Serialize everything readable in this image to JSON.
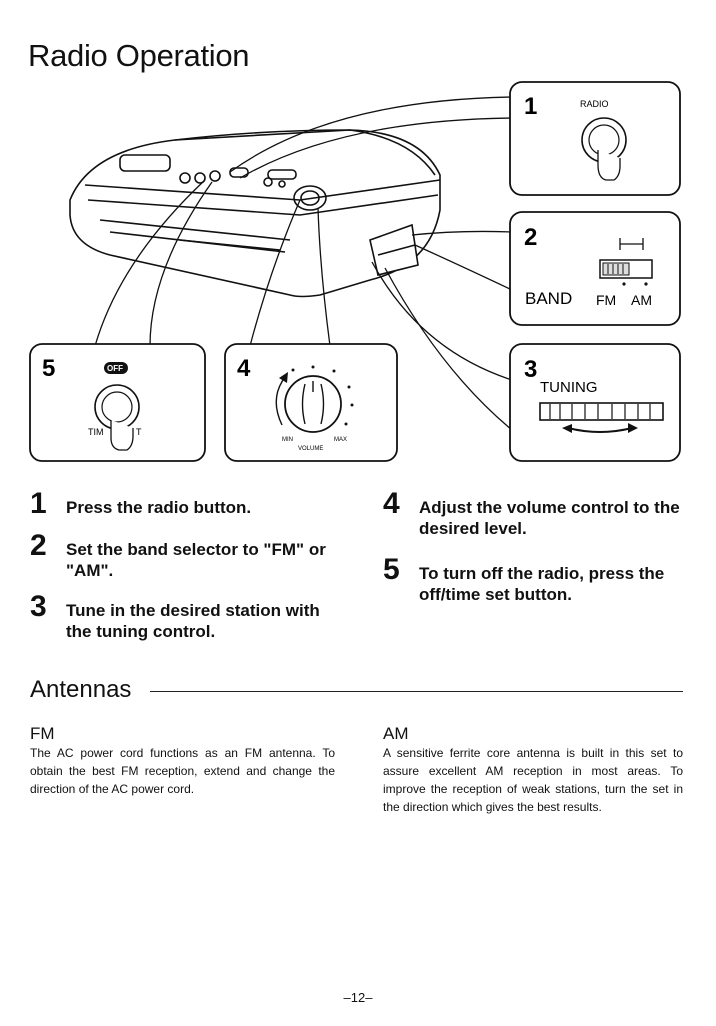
{
  "page": {
    "title": "Radio Operation",
    "page_number": "–12–"
  },
  "callouts": {
    "radio": {
      "number": "1",
      "label": "RADIO"
    },
    "band": {
      "number": "2",
      "label": "BAND",
      "fm": "FM",
      "am": "AM"
    },
    "tuning": {
      "number": "3",
      "label": "TUNING"
    },
    "volume": {
      "number": "4",
      "min": "MIN",
      "max": "MAX",
      "label": "VOLUME"
    },
    "off": {
      "number": "5",
      "off_label": "OFF",
      "time_label": "TIM",
      "time_label_end": "T"
    }
  },
  "steps": [
    {
      "number": "1",
      "text": "Press the radio button."
    },
    {
      "number": "2",
      "text": "Set the band selector to \"FM\" or \"AM\"."
    },
    {
      "number": "3",
      "text": "Tune in the desired station with the tuning control."
    },
    {
      "number": "4",
      "text": "Adjust the volume control to the desired level."
    },
    {
      "number": "5",
      "text": "To turn off the radio, press the off/time set button."
    }
  ],
  "antennas": {
    "heading": "Antennas",
    "fm": {
      "heading": "FM",
      "body": "The AC power cord functions as an FM antenna. To obtain the best FM reception, extend and change the direction of the AC power cord."
    },
    "am": {
      "heading": "AM",
      "body": "A sensitive ferrite core antenna is built in this set to assure excellent AM reception in most areas. To improve the reception of weak stations, turn the set in the direction which gives the best results."
    }
  }
}
